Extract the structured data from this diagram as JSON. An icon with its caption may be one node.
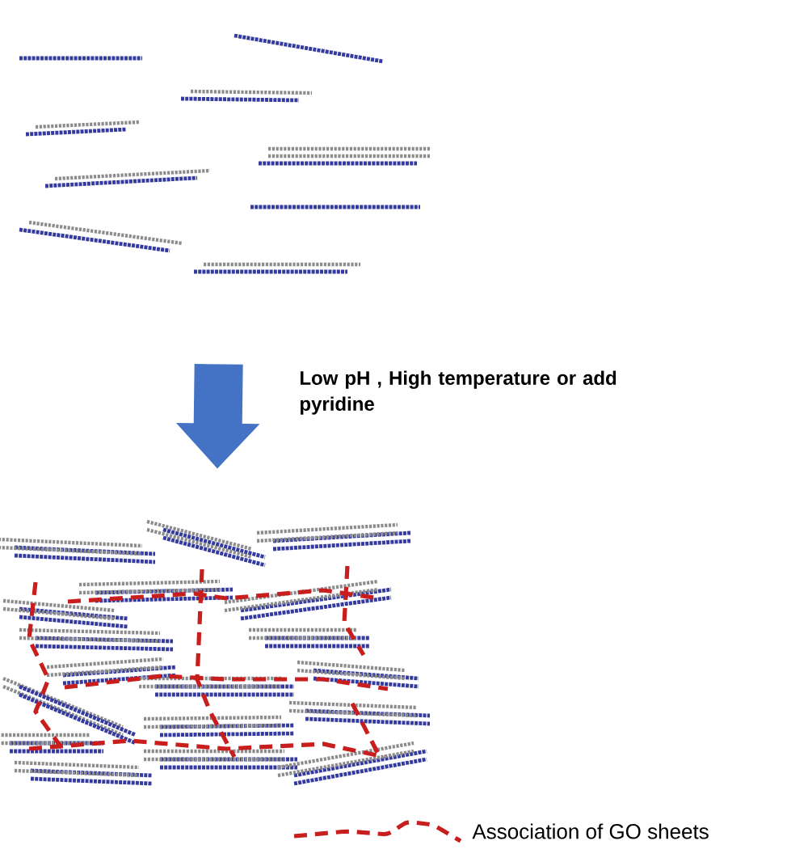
{
  "diagram": {
    "nodes": [
      {
        "text": [],
        "shape": "picture"
      },
      {
        "text": [],
        "shape": "picture"
      }
    ],
    "edges": [
      {
        "from": 0,
        "to": 1,
        "arrow": "to",
        "label": "Low pH , High temperature or add pyridine"
      }
    ],
    "legend": [
      {
        "text": "Association of GO sheets"
      }
    ]
  }
}
